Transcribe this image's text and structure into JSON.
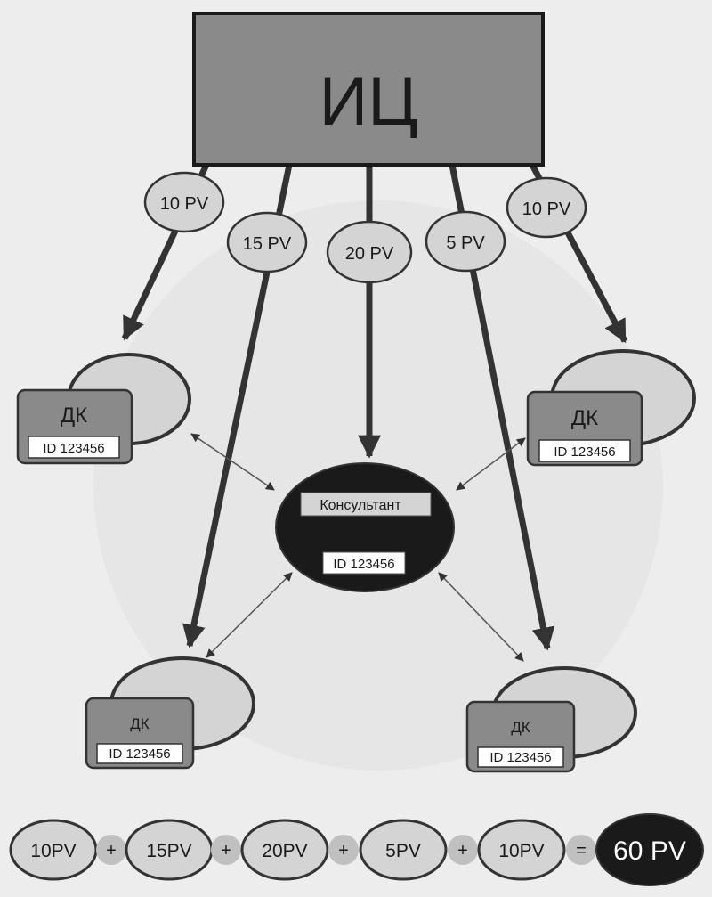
{
  "center_node": {
    "label": "ИЦ"
  },
  "flows": [
    {
      "pv": "10 PV",
      "target": "dk_top_left"
    },
    {
      "pv": "15 PV",
      "target": "dk_bottom_left"
    },
    {
      "pv": "20 PV",
      "target": "consultant"
    },
    {
      "pv": "5 PV",
      "target": "dk_bottom_right"
    },
    {
      "pv": "10 PV",
      "target": "dk_top_right"
    }
  ],
  "dk_nodes": {
    "top_left": {
      "label": "ДК",
      "id": "ID 123456"
    },
    "top_right": {
      "label": "ДК",
      "id": "ID 123456"
    },
    "bottom_left": {
      "label": "ДК",
      "id": "ID 123456"
    },
    "bottom_right": {
      "label": "ДК",
      "id": "ID 123456"
    }
  },
  "consultant": {
    "label": "Консультант",
    "id": "ID 123456"
  },
  "summary": {
    "terms": [
      "10PV",
      "15PV",
      "20PV",
      "5PV",
      "10PV"
    ],
    "plus": "+",
    "equals": "=",
    "total": "60 PV"
  },
  "colors": {
    "background": "#ededed",
    "box_fill": "#8a8a8a",
    "ellipse_fill": "#d4d4d4",
    "dark_fill": "#1a1a1a",
    "stroke": "#333333"
  }
}
